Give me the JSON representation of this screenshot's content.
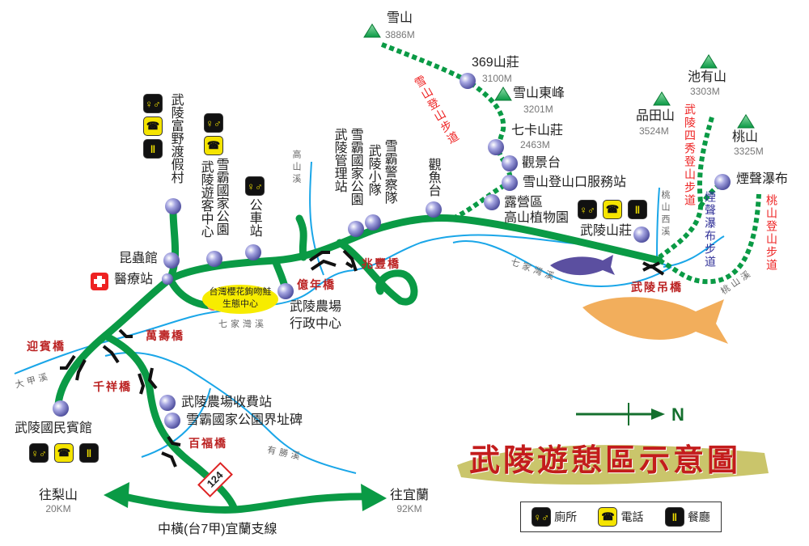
{
  "title": "武陵遊憩區示意圖",
  "north_label": "N",
  "road_number": "124",
  "colors": {
    "road": "#0a9a45",
    "river": "#1aa6e8",
    "trail": "#0a9a45",
    "bridge_text": "#b22222",
    "trail_text": "#ee2222",
    "title": "#c31c1c",
    "station": "#8a8ad0"
  },
  "peaks": [
    {
      "name": "雪山",
      "elevation": "3886M"
    },
    {
      "name": "雪山東峰",
      "elevation": "3201M"
    },
    {
      "name": "池有山",
      "elevation": "3303M"
    },
    {
      "name": "品田山",
      "elevation": "3524M"
    },
    {
      "name": "桃山",
      "elevation": "3325M"
    }
  ],
  "places": {
    "shanzhuang369": {
      "name": "369山莊",
      "elevation": "3100M"
    },
    "qika": {
      "name": "七卡山莊",
      "elevation": "2463M"
    },
    "guanjing": "觀景台",
    "trailhead": "雪山登山口服務站",
    "camp1": "露營區",
    "camp2": "高山植物園",
    "guanyu": "觀魚台",
    "police": "雪霸警察隊",
    "squad": "武陵小隊",
    "mgmt": "雪霸國家公園武陵管理站",
    "mgmt_col1": "雪霸國家公園",
    "mgmt_col2": "武陵管理站",
    "bus": "公車站",
    "visitor_col1": "雪霸國家公園",
    "visitor_col2": "武陵遊客中心",
    "fuye": "武陵富野渡假村",
    "insect": "昆蟲館",
    "medical": "醫療站",
    "eco1": "台灣櫻花鉤吻鮭",
    "eco2": "生態中心",
    "farm1": "武陵農場",
    "farm2": "行政中心",
    "wuling_lodge": "武陵山莊",
    "waterfall": "煙聲瀑布",
    "toll": "武陵農場收費站",
    "boundary": "雪霸國家公園界址碑",
    "guesthouse": "武陵國民賓館"
  },
  "bridges": [
    "兆豐橋",
    "億年橋",
    "萬壽橋",
    "迎賓橋",
    "千祥橋",
    "百福橋",
    "武陵吊橋"
  ],
  "rivers": [
    "高山溪",
    "七家灣溪",
    "七家灣溪",
    "大甲溪",
    "有勝溪",
    "桃山西溪",
    "桃山溪"
  ],
  "trails": [
    "雪山登山步道",
    "武陵四秀登山步道",
    "煙聲瀑布步道",
    "桃山登山步道"
  ],
  "directions": {
    "left": {
      "name": "往梨山",
      "distance": "20KM"
    },
    "right": {
      "name": "往宜蘭",
      "distance": "92KM"
    },
    "road": "中橫(台7甲)宜蘭支線"
  },
  "icons": {
    "toilet": "♀♂",
    "phone": "☎",
    "food": "‖",
    "medical": "+"
  },
  "legend": [
    {
      "icon": "toilet",
      "label": "廁所"
    },
    {
      "icon": "phone",
      "label": "電話"
    },
    {
      "icon": "food",
      "label": "餐廳"
    }
  ]
}
